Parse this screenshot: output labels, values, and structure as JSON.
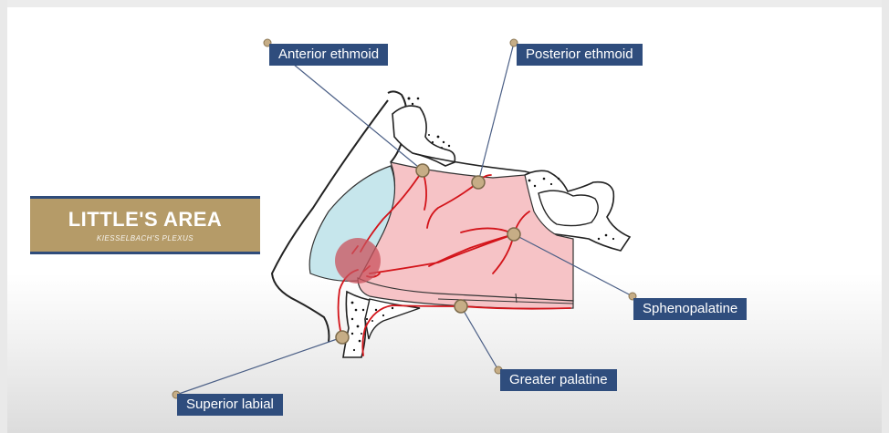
{
  "title_card": {
    "title": "LITTLE'S AREA",
    "subtitle": "KIESSELBACH'S PLEXUS"
  },
  "labels": {
    "anterior_ethmoid": "Anterior ethmoid",
    "posterior_ethmoid": "Posterior ethmoid",
    "sphenopalatine": "Sphenopalatine",
    "greater_palatine": "Greater palatine",
    "superior_labial": "Superior labial"
  },
  "colors": {
    "label_bg": "#2f4d7d",
    "title_bg": "#b59b68",
    "title_rule": "#2f4c7a",
    "mucosa_pink": "#f6c3c6",
    "vestibule_blue": "#c6e6ec",
    "artery_red": "#d3141a",
    "plexus_circle": "#c9525c",
    "leader_line": "#4b5f86",
    "node_fill": "#c6ad86"
  }
}
